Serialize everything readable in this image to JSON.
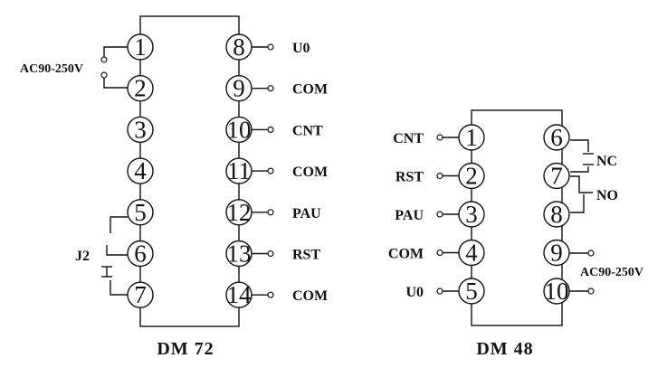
{
  "dm72": {
    "title": "DM 72",
    "left_pins": [
      "1",
      "2",
      "3",
      "4",
      "5",
      "6",
      "7"
    ],
    "right_pins": [
      "8",
      "9",
      "10",
      "11",
      "12",
      "13",
      "14"
    ],
    "right_labels": [
      "U0",
      "COM",
      "CNT",
      "COM",
      "PAU",
      "RST",
      "COM"
    ],
    "power_label": "AC90-250V",
    "jumper_label": "J2"
  },
  "dm48": {
    "title": "DM 48",
    "left_pins": [
      "1",
      "2",
      "3",
      "4",
      "5"
    ],
    "right_pins": [
      "6",
      "7",
      "8",
      "9",
      "10"
    ],
    "left_labels": [
      "CNT",
      "RST",
      "PAU",
      "COM",
      "U0"
    ],
    "nc_label": "NC",
    "no_label": "NO",
    "power_label": "AC90-250V"
  }
}
